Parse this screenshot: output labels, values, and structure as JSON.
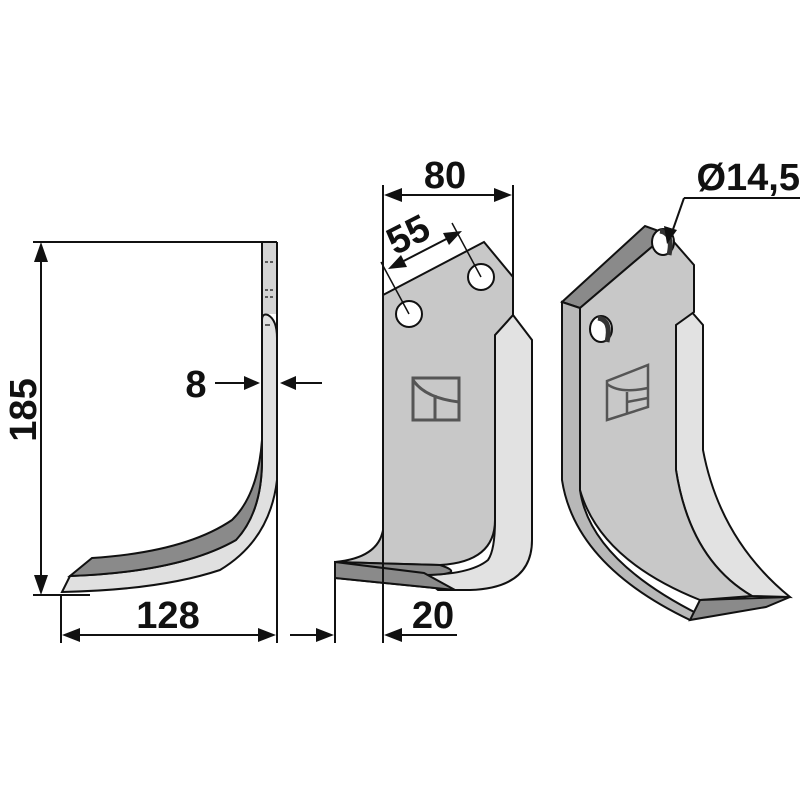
{
  "drawing": {
    "subject": "tiller blade technical drawing",
    "views": [
      "side-profile",
      "front-view",
      "perspective-view"
    ]
  },
  "dimensions": {
    "height": "185",
    "thickness": "8",
    "width_bottom": "128",
    "width_top": "80",
    "hole_spacing": "55",
    "edge_offset": "20",
    "hole_diameter": "Ø14,5"
  },
  "colors": {
    "background": "#ffffff",
    "line": "#111111",
    "face_gray": "#c8c8c8",
    "bevel_light": "#e2e2e2",
    "edge_dark": "#8a8a8a",
    "logo_stroke": "#555555"
  }
}
